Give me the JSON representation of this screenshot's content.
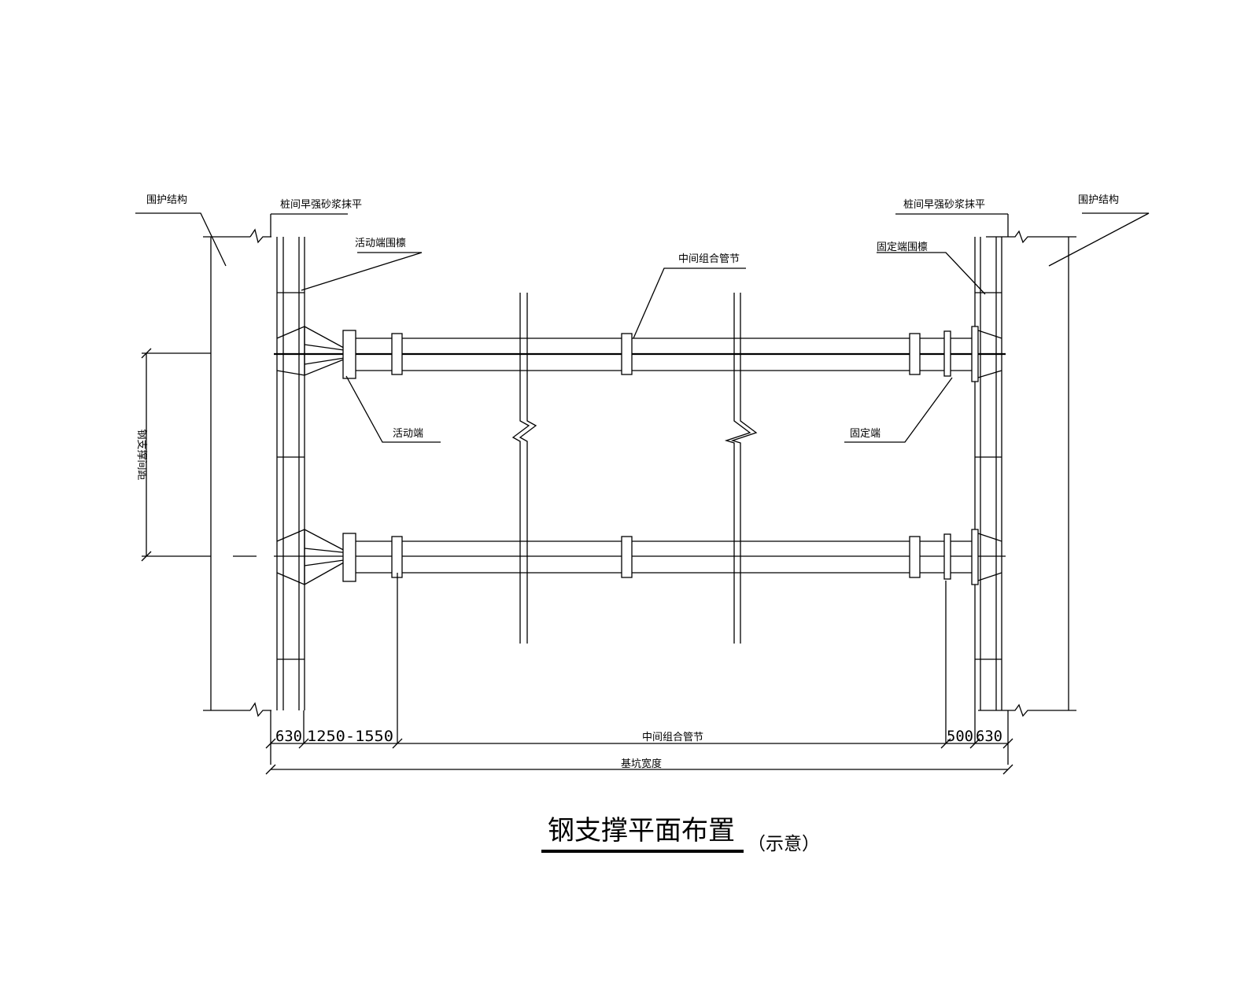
{
  "labels": {
    "retaining_left": "围护结构",
    "mortar_left": "桩间早强砂浆抹平",
    "active_waler": "活动端围檩",
    "middle_tube_top": "中间组合管节",
    "fixed_waler": "固定端围檩",
    "mortar_right": "桩间早强砂浆抹平",
    "retaining_right": "围护结构",
    "active_end": "活动端",
    "fixed_end": "固定端",
    "strut_spacing": "钢支撑间距"
  },
  "dimensions": {
    "d630_left": "630",
    "d1250_1550": "1250-1550",
    "middle_tube": "中间组合管节",
    "d500": "500",
    "d630_right": "630",
    "pit_width": "基坑宽度"
  },
  "title": {
    "main": "钢支撑平面布置",
    "note": "（示意）"
  }
}
